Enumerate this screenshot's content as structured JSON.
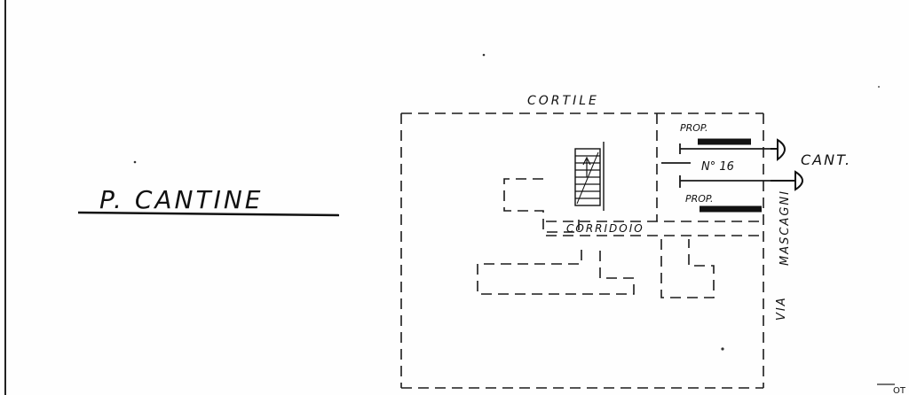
{
  "floor_title": "P. CANTINE",
  "labels": {
    "cortile": "CORTILE",
    "corridoio": "CORRIDOIO",
    "prop_top": "PROP.",
    "prop_bottom": "PROP.",
    "cellar_number": "N° 16",
    "cant": "CANT.",
    "street_name": "MASCAGNI",
    "street_prefix": "VIA",
    "corner_fragment": "OT"
  },
  "colors": {
    "ink": "#1a1a1a",
    "paper": "#fefefe"
  }
}
